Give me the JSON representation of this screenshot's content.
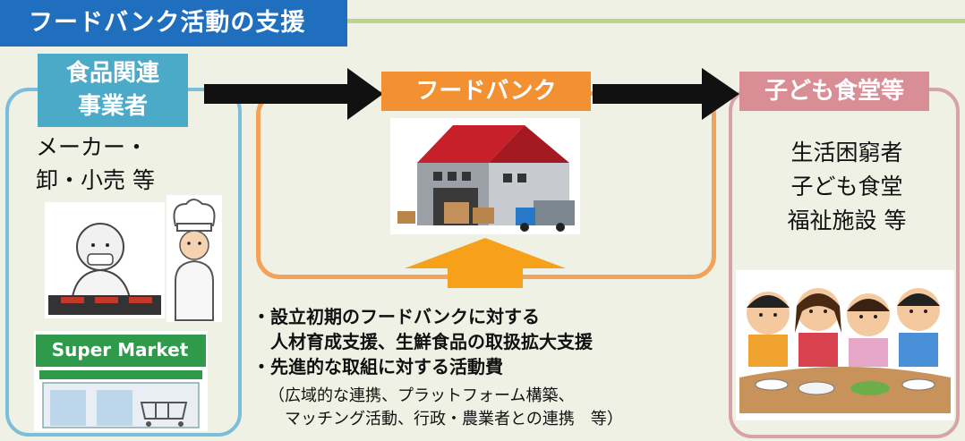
{
  "title": "フードバンク活動の支援",
  "suppliers": {
    "label_line1": "食品関連",
    "label_line2": "事業者",
    "desc_line1": "メーカー・",
    "desc_line2": "卸・小売 等",
    "store_sign": "Super Market"
  },
  "foodbank": {
    "label": "フードバンク"
  },
  "recipients": {
    "label": "子ども食堂等",
    "line1": "生活困窮者",
    "line2": "子ども食堂",
    "line3": "福祉施設 等"
  },
  "support": {
    "item1_line1": "・設立初期のフードバンクに対する",
    "item1_line2": "人材育成支援、生鮮食品の取扱拡大支援",
    "item2": "・先進的な取組に対する活動費",
    "note_line1": "（広域的な連携、プラットフォーム構築、",
    "note_line2": "マッチング活動、行政・農業者との連携　等）"
  },
  "colors": {
    "title_bg": "#1f6fbe",
    "supplier_accent": "#4aaac7",
    "foodbank_accent": "#f39032",
    "recipient_accent": "#d98d95",
    "arrow": "#111111",
    "support_arrow": "#f7a11a"
  }
}
